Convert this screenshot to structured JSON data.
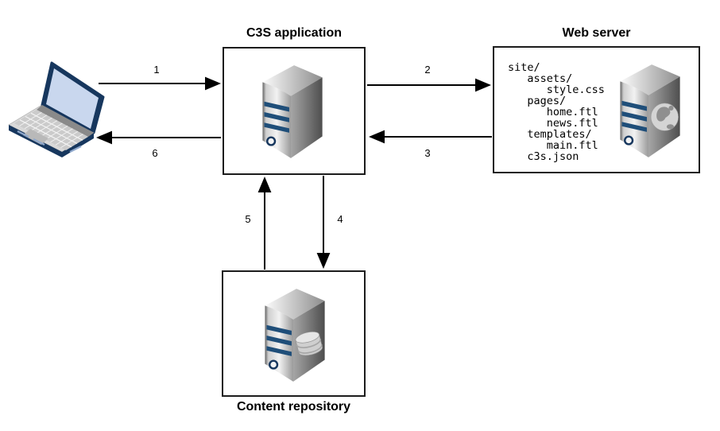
{
  "nodes": {
    "client": {
      "icon": "laptop-icon"
    },
    "c3s_application": {
      "title": "C3S application",
      "icon": "server-icon"
    },
    "web_server": {
      "title": "Web server",
      "icon": "server-globe-icon",
      "file_tree": [
        "site/",
        "   assets/",
        "      style.css",
        "   pages/",
        "      home.ftl",
        "      news.ftl",
        "   templates/",
        "      main.ftl",
        "   c3s.json"
      ]
    },
    "content_repository": {
      "title": "Content repository",
      "icon": "server-database-icon"
    }
  },
  "arrows": [
    {
      "label": "1",
      "from": "client",
      "to": "c3s_application"
    },
    {
      "label": "2",
      "from": "c3s_application",
      "to": "web_server"
    },
    {
      "label": "3",
      "from": "web_server",
      "to": "c3s_application"
    },
    {
      "label": "4",
      "from": "c3s_application",
      "to": "content_repository"
    },
    {
      "label": "5",
      "from": "content_repository",
      "to": "c3s_application"
    },
    {
      "label": "6",
      "from": "c3s_application",
      "to": "client"
    }
  ],
  "colors": {
    "accent_navy": "#1f4e79",
    "laptop_frame_navy": "#17375e",
    "laptop_screen_blue": "#c9d7ee",
    "box_border": "#1c1c1c",
    "arrow_black": "#000000",
    "background": "#ffffff"
  }
}
